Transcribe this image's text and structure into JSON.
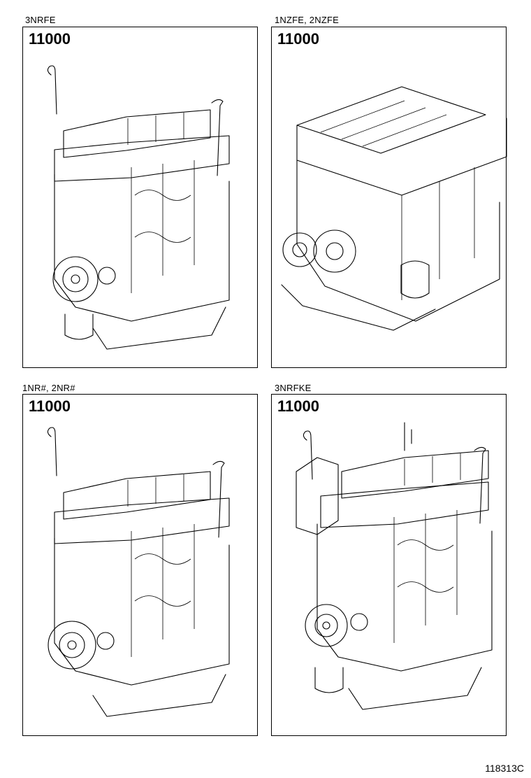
{
  "panels": [
    {
      "model": "3NRFE",
      "part_number": "11000",
      "drawing": "engine-assembly-3nrfe"
    },
    {
      "model": "1NZFE, 2NZFE",
      "part_number": "11000",
      "drawing": "engine-assembly-1nzfe"
    },
    {
      "model": "1NR#, 2NR#",
      "part_number": "11000",
      "drawing": "engine-assembly-1nr"
    },
    {
      "model": "3NRFKE",
      "part_number": "11000",
      "drawing": "engine-assembly-3nrfke"
    }
  ],
  "illustration_code": "118313C"
}
